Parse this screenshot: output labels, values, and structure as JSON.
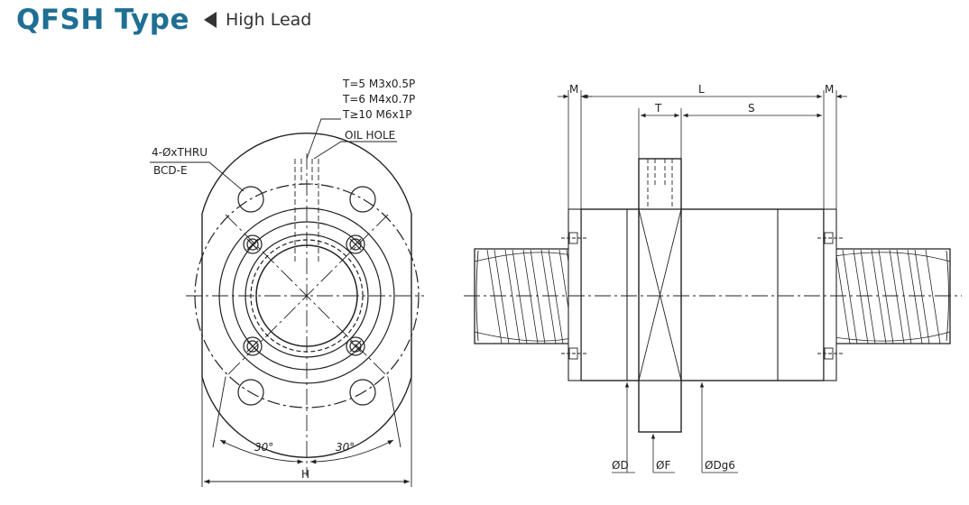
{
  "header": {
    "title": "QFSH Type",
    "subtitle": "High Lead"
  },
  "front_view": {
    "thread_spec_1": "T=5 M3x0.5P",
    "thread_spec_2": "T=6 M4x0.7P",
    "thread_spec_3": "T≥10 M6x1P",
    "oil_hole": "OIL HOLE",
    "holes": "4-ØxTHRU",
    "bcd": "BCD-E",
    "angle_left": "30°",
    "angle_right": "30°",
    "width": "H"
  },
  "side_view": {
    "dim_m_left": "M",
    "dim_l": "L",
    "dim_m_right": "M",
    "dim_t": "T",
    "dim_s": "S",
    "dim_d": "ØD",
    "dim_f": "ØF",
    "dim_dg6": "ØDg6"
  }
}
